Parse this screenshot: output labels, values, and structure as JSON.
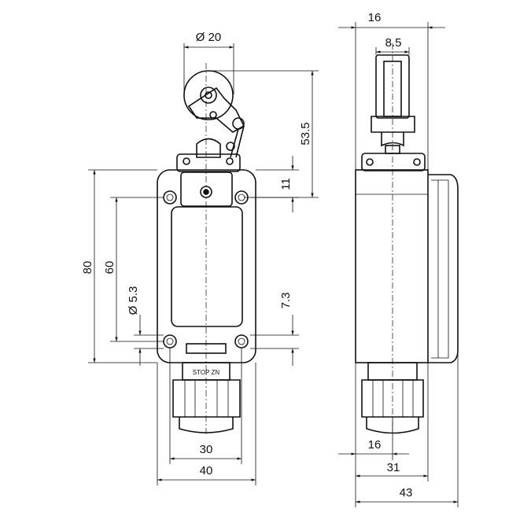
{
  "dimensions": {
    "roller_diameter": "Ø 20",
    "actuator_height": "53.5",
    "top_hole_offset": "11",
    "total_height": "80",
    "hole_spacing_vertical": "60",
    "hole_diameter": "Ø 5.3",
    "bottom_hole_offset": "7.3",
    "hole_spacing_horizontal": "30",
    "front_width": "40",
    "side_top_width": "16",
    "roller_width": "8.5",
    "side_bottom_width": "16",
    "side_body_depth": "31",
    "side_total_depth": "43"
  },
  "labels": {
    "body_marking": "STOP ZN"
  }
}
